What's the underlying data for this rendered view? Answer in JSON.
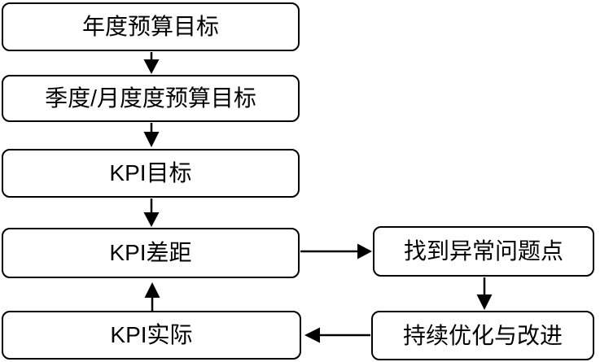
{
  "diagram": {
    "type": "flowchart",
    "colors": {
      "background": "#ffffff",
      "node_fill": "#ffffff",
      "node_border": "#000000",
      "text": "#000000",
      "arrow": "#000000"
    },
    "nodes": [
      {
        "id": "annual-budget-target",
        "label": "年度预算目标"
      },
      {
        "id": "quarter-month-budget-target",
        "label": "季度/月度度预算目标"
      },
      {
        "id": "kpi-target",
        "label": "KPI目标"
      },
      {
        "id": "kpi-gap",
        "label": "KPI差距"
      },
      {
        "id": "kpi-actual",
        "label": "KPI实际"
      },
      {
        "id": "find-abnormal-issues",
        "label": "找到异常问题点"
      },
      {
        "id": "continuous-improvement",
        "label": "持续优化与改进"
      }
    ],
    "edges": [
      {
        "from": "annual-budget-target",
        "to": "quarter-month-budget-target",
        "direction": "down"
      },
      {
        "from": "quarter-month-budget-target",
        "to": "kpi-target",
        "direction": "down"
      },
      {
        "from": "kpi-target",
        "to": "kpi-gap",
        "direction": "down"
      },
      {
        "from": "kpi-gap",
        "to": "find-abnormal-issues",
        "direction": "right"
      },
      {
        "from": "find-abnormal-issues",
        "to": "continuous-improvement",
        "direction": "down"
      },
      {
        "from": "continuous-improvement",
        "to": "kpi-actual",
        "direction": "left"
      },
      {
        "from": "kpi-actual",
        "to": "kpi-gap",
        "direction": "up"
      }
    ]
  }
}
